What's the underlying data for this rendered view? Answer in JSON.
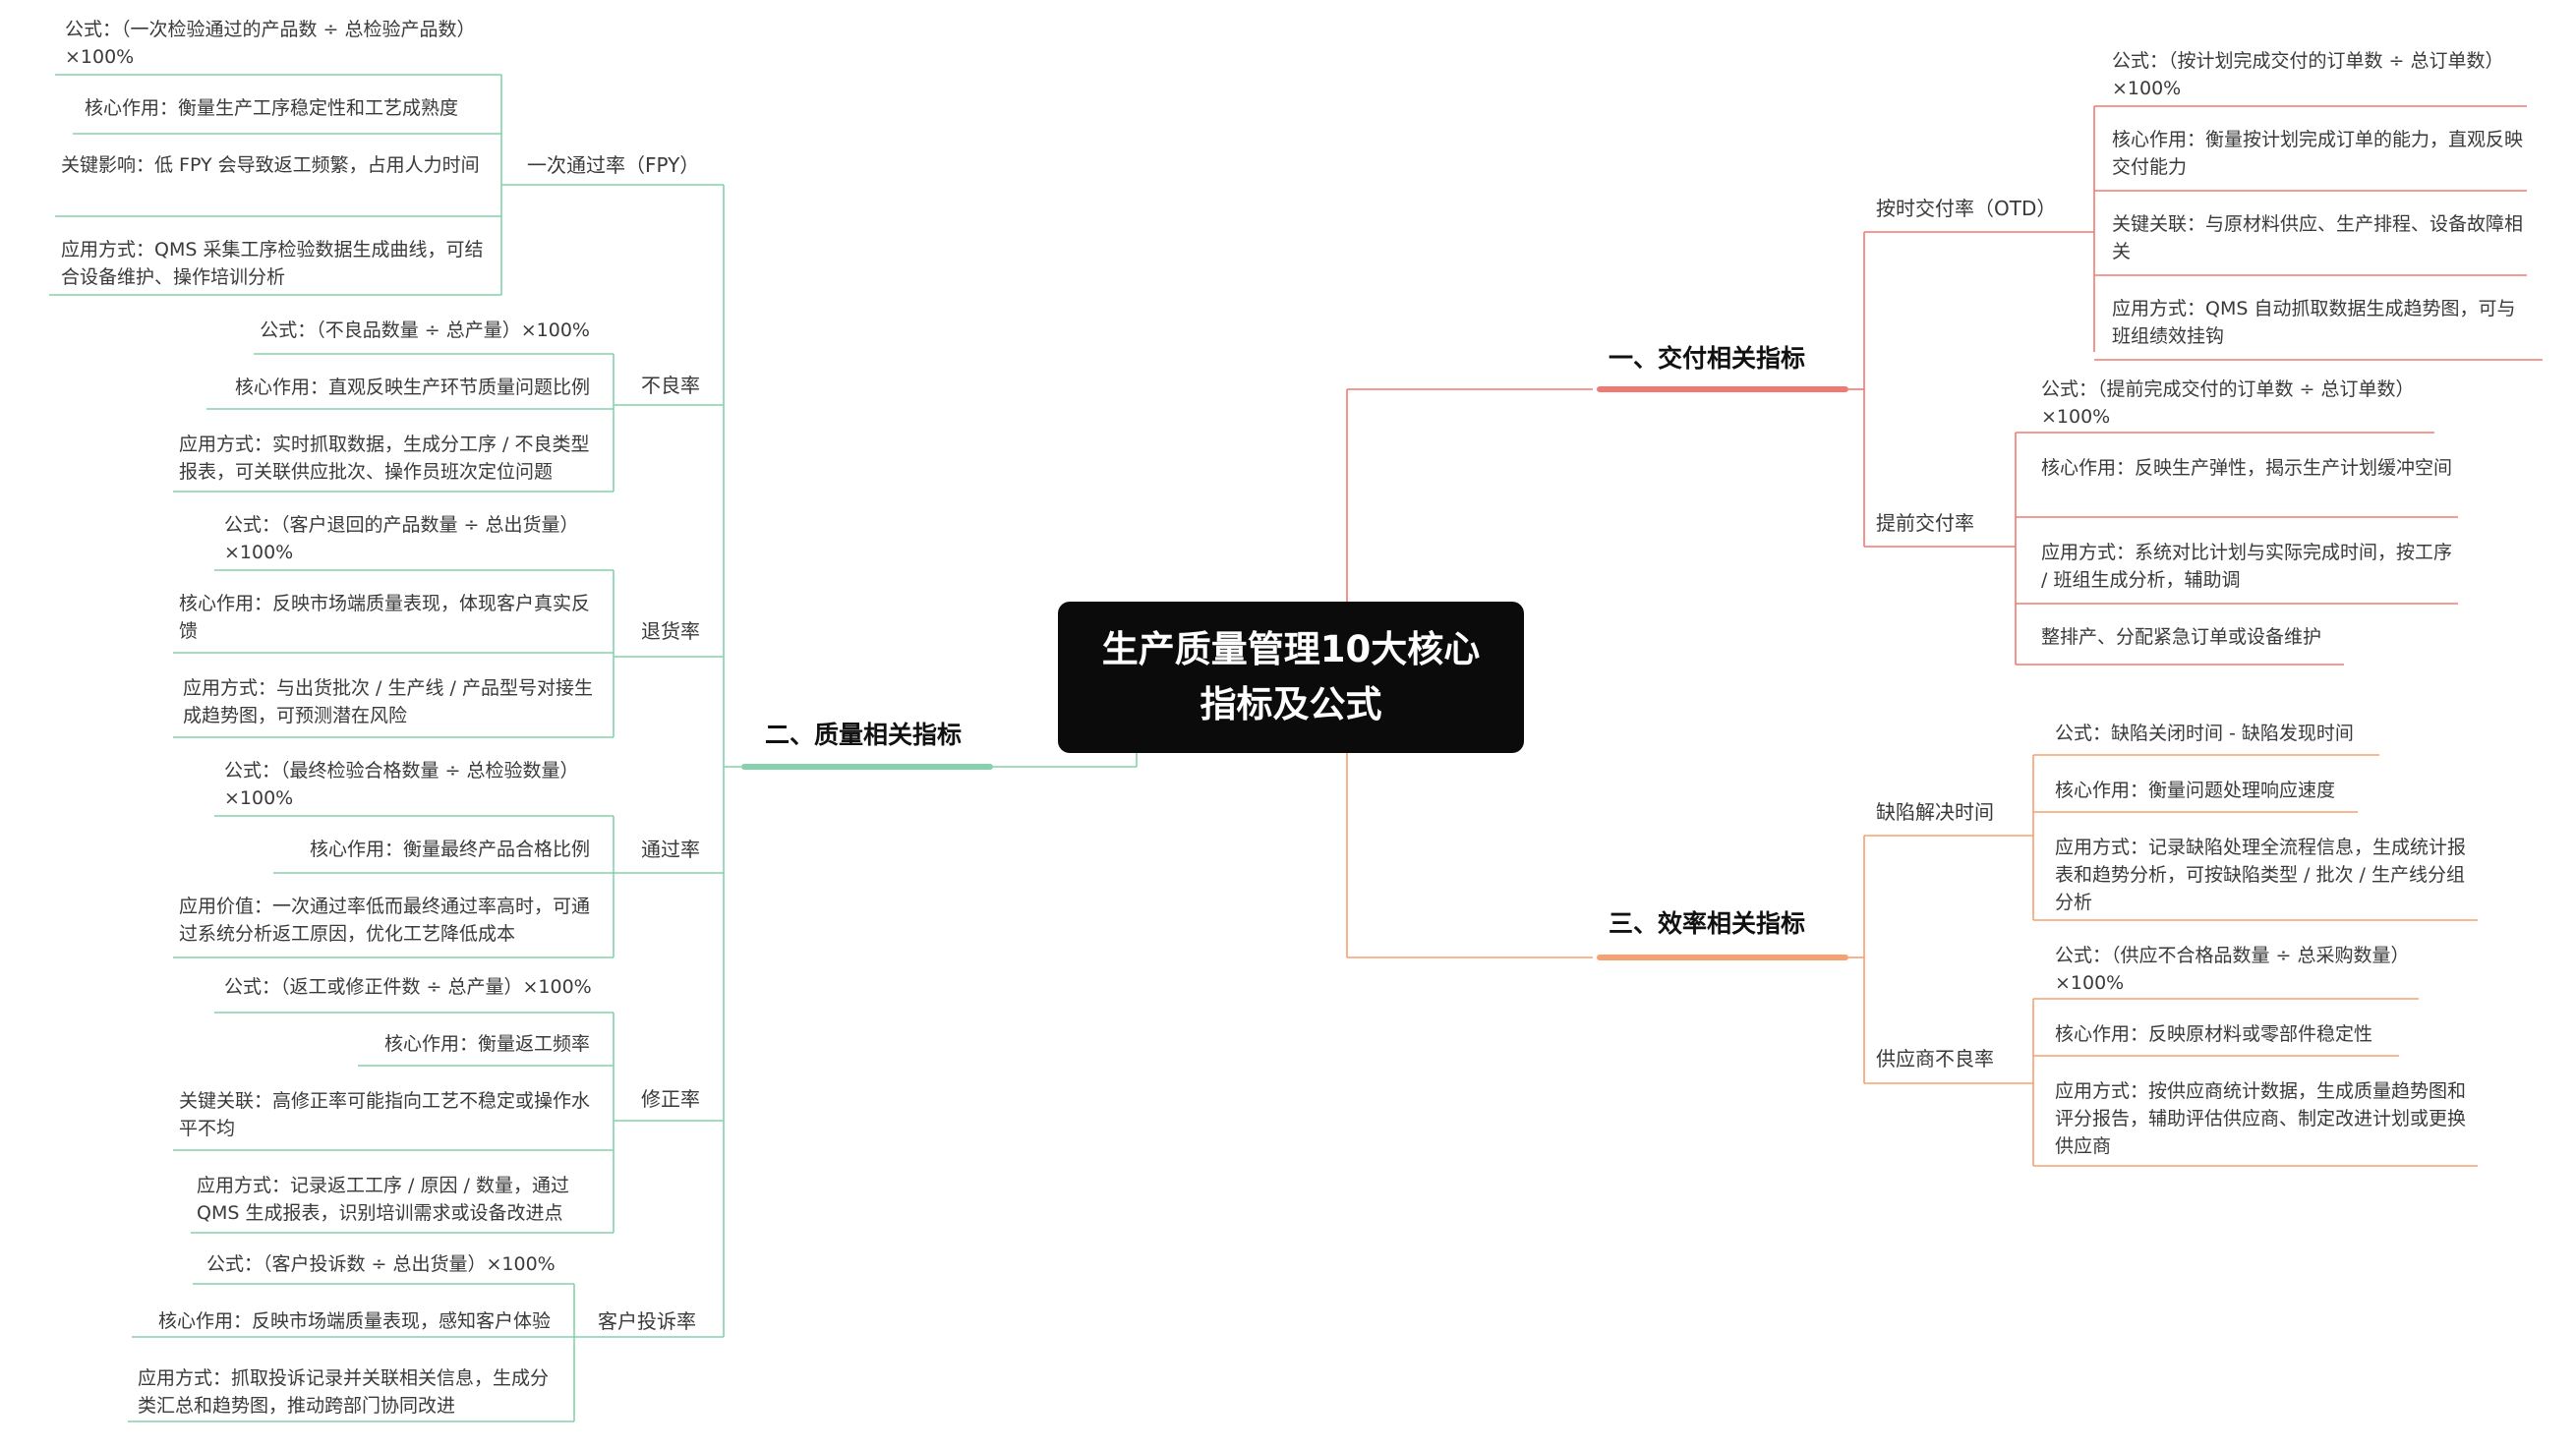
{
  "root": {
    "title": "生产质量管理10大核心指标及公式"
  },
  "colors": {
    "delivery": "#f07a73",
    "quality": "#86d1ab",
    "efficiency": "#f7a070"
  },
  "branches": {
    "delivery": {
      "label": "一、交付相关指标",
      "children": [
        {
          "label": "按时交付率（OTD）",
          "items": [
            "公式：（按计划完成交付的订单数 ÷ 总订单数）×100%",
            "核心作用：衡量按计划完成订单的能力，直观反映交付能力",
            "关键关联：与原材料供应、生产排程、设备故障相关",
            "应用方式：QMS 自动抓取数据生成趋势图，可与班组绩效挂钩"
          ]
        },
        {
          "label": "提前交付率",
          "items": [
            "公式：（提前完成交付的订单数 ÷ 总订单数）×100%",
            "核心作用：反映生产弹性，揭示生产计划缓冲空间",
            "应用方式：系统对比计划与实际完成时间，按工序 / 班组生成分析，辅助调",
            "整排产、分配紧急订单或设备维护"
          ]
        }
      ]
    },
    "quality": {
      "label": "二、质量相关指标",
      "children": [
        {
          "label": "一次通过率（FPY）",
          "items": [
            "公式：（一次检验通过的产品数 ÷ 总检验产品数）×100%",
            "核心作用：衡量生产工序稳定性和工艺成熟度",
            "关键影响：低 FPY 会导致返工频繁，占用人力时间",
            "应用方式：QMS 采集工序检验数据生成曲线，可结合设备维护、操作培训分析"
          ]
        },
        {
          "label": "不良率",
          "items": [
            "公式：（不良品数量 ÷ 总产量）×100%",
            "核心作用：直观反映生产环节质量问题比例",
            "应用方式：实时抓取数据，生成分工序 / 不良类型报表，可关联供应批次、操作员班次定位问题"
          ]
        },
        {
          "label": "退货率",
          "items": [
            "公式：（客户退回的产品数量 ÷ 总出货量）×100%",
            "核心作用：反映市场端质量表现，体现客户真实反馈",
            "应用方式：与出货批次 / 生产线 / 产品型号对接生成趋势图，可预测潜在风险"
          ]
        },
        {
          "label": "通过率",
          "items": [
            "公式：（最终检验合格数量 ÷ 总检验数量）×100%",
            "核心作用：衡量最终产品合格比例",
            "应用价值：一次通过率低而最终通过率高时，可通过系统分析返工原因，优化工艺降低成本"
          ]
        },
        {
          "label": "修正率",
          "items": [
            "公式：（返工或修正件数 ÷ 总产量）×100%",
            "核心作用：衡量返工频率",
            "关键关联：高修正率可能指向工艺不稳定或操作水平不均",
            "应用方式：记录返工工序 / 原因 / 数量，通过 QMS 生成报表，识别培训需求或设备改进点"
          ]
        },
        {
          "label": "客户投诉率",
          "items": [
            "公式：（客户投诉数 ÷ 总出货量）×100%",
            "核心作用：反映市场端质量表现，感知客户体验",
            "应用方式：抓取投诉记录并关联相关信息，生成分类汇总和趋势图，推动跨部门协同改进"
          ]
        }
      ]
    },
    "efficiency": {
      "label": "三、效率相关指标",
      "children": [
        {
          "label": "缺陷解决时间",
          "items": [
            "公式：缺陷关闭时间 - 缺陷发现时间",
            "核心作用：衡量问题处理响应速度",
            "应用方式：记录缺陷处理全流程信息，生成统计报表和趋势分析，可按缺陷类型 / 批次 / 生产线分组分析"
          ]
        },
        {
          "label": "供应商不良率",
          "items": [
            "公式：（供应不合格品数量 ÷ 总采购数量）×100%",
            "核心作用：反映原材料或零部件稳定性",
            "应用方式：按供应商统计数据，生成质量趋势图和评分报告，辅助评估供应商、制定改进计划或更换供应商"
          ]
        }
      ]
    }
  }
}
